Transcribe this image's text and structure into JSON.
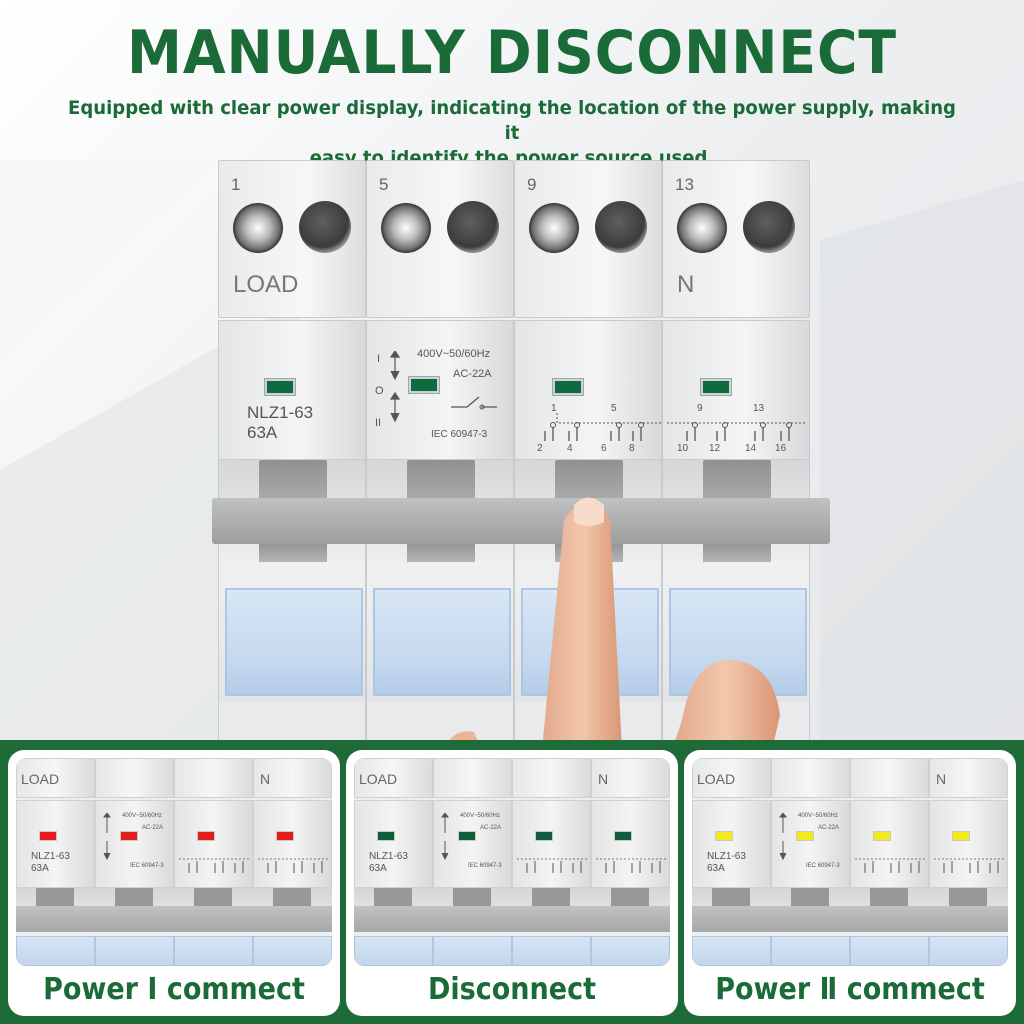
{
  "header": {
    "title": "MANUALLY DISCONNECT",
    "subtitle_line1": "Equipped with clear power display, indicating the location of the power supply, making it",
    "subtitle_line2": "easy to identify the power source used."
  },
  "breaker": {
    "terminals": [
      "1",
      "5",
      "9",
      "13"
    ],
    "top_labels": [
      "LOAD",
      "",
      "",
      "N"
    ],
    "model": "NLZ1-63",
    "rating": "63A",
    "voltage": "400V~50/60Hz",
    "category": "AC-22A",
    "standard": "IEC 60947-3",
    "pos_i": "I",
    "pos_o": "O",
    "pos_ii": "II",
    "diagram_top": [
      "1",
      "5",
      "9",
      "13"
    ],
    "diagram_bottom": [
      "2",
      "4",
      "6",
      "8",
      "10",
      "12",
      "14",
      "16"
    ],
    "led_color": "#0f6b3e"
  },
  "panels": [
    {
      "label": "Power Ⅰ commect",
      "led_color": "#e31c1c",
      "top_left": "LOAD",
      "top_right": "N"
    },
    {
      "label": "Disconnect",
      "led_color": "#0f5e3a",
      "top_left": "LOAD",
      "top_right": "N"
    },
    {
      "label": "Power Ⅱ commect",
      "led_color": "#f2ea1c",
      "top_left": "LOAD",
      "top_right": "N"
    }
  ],
  "colors": {
    "brand_green": "#1a6b37",
    "strip_green": "#1f6b37"
  }
}
